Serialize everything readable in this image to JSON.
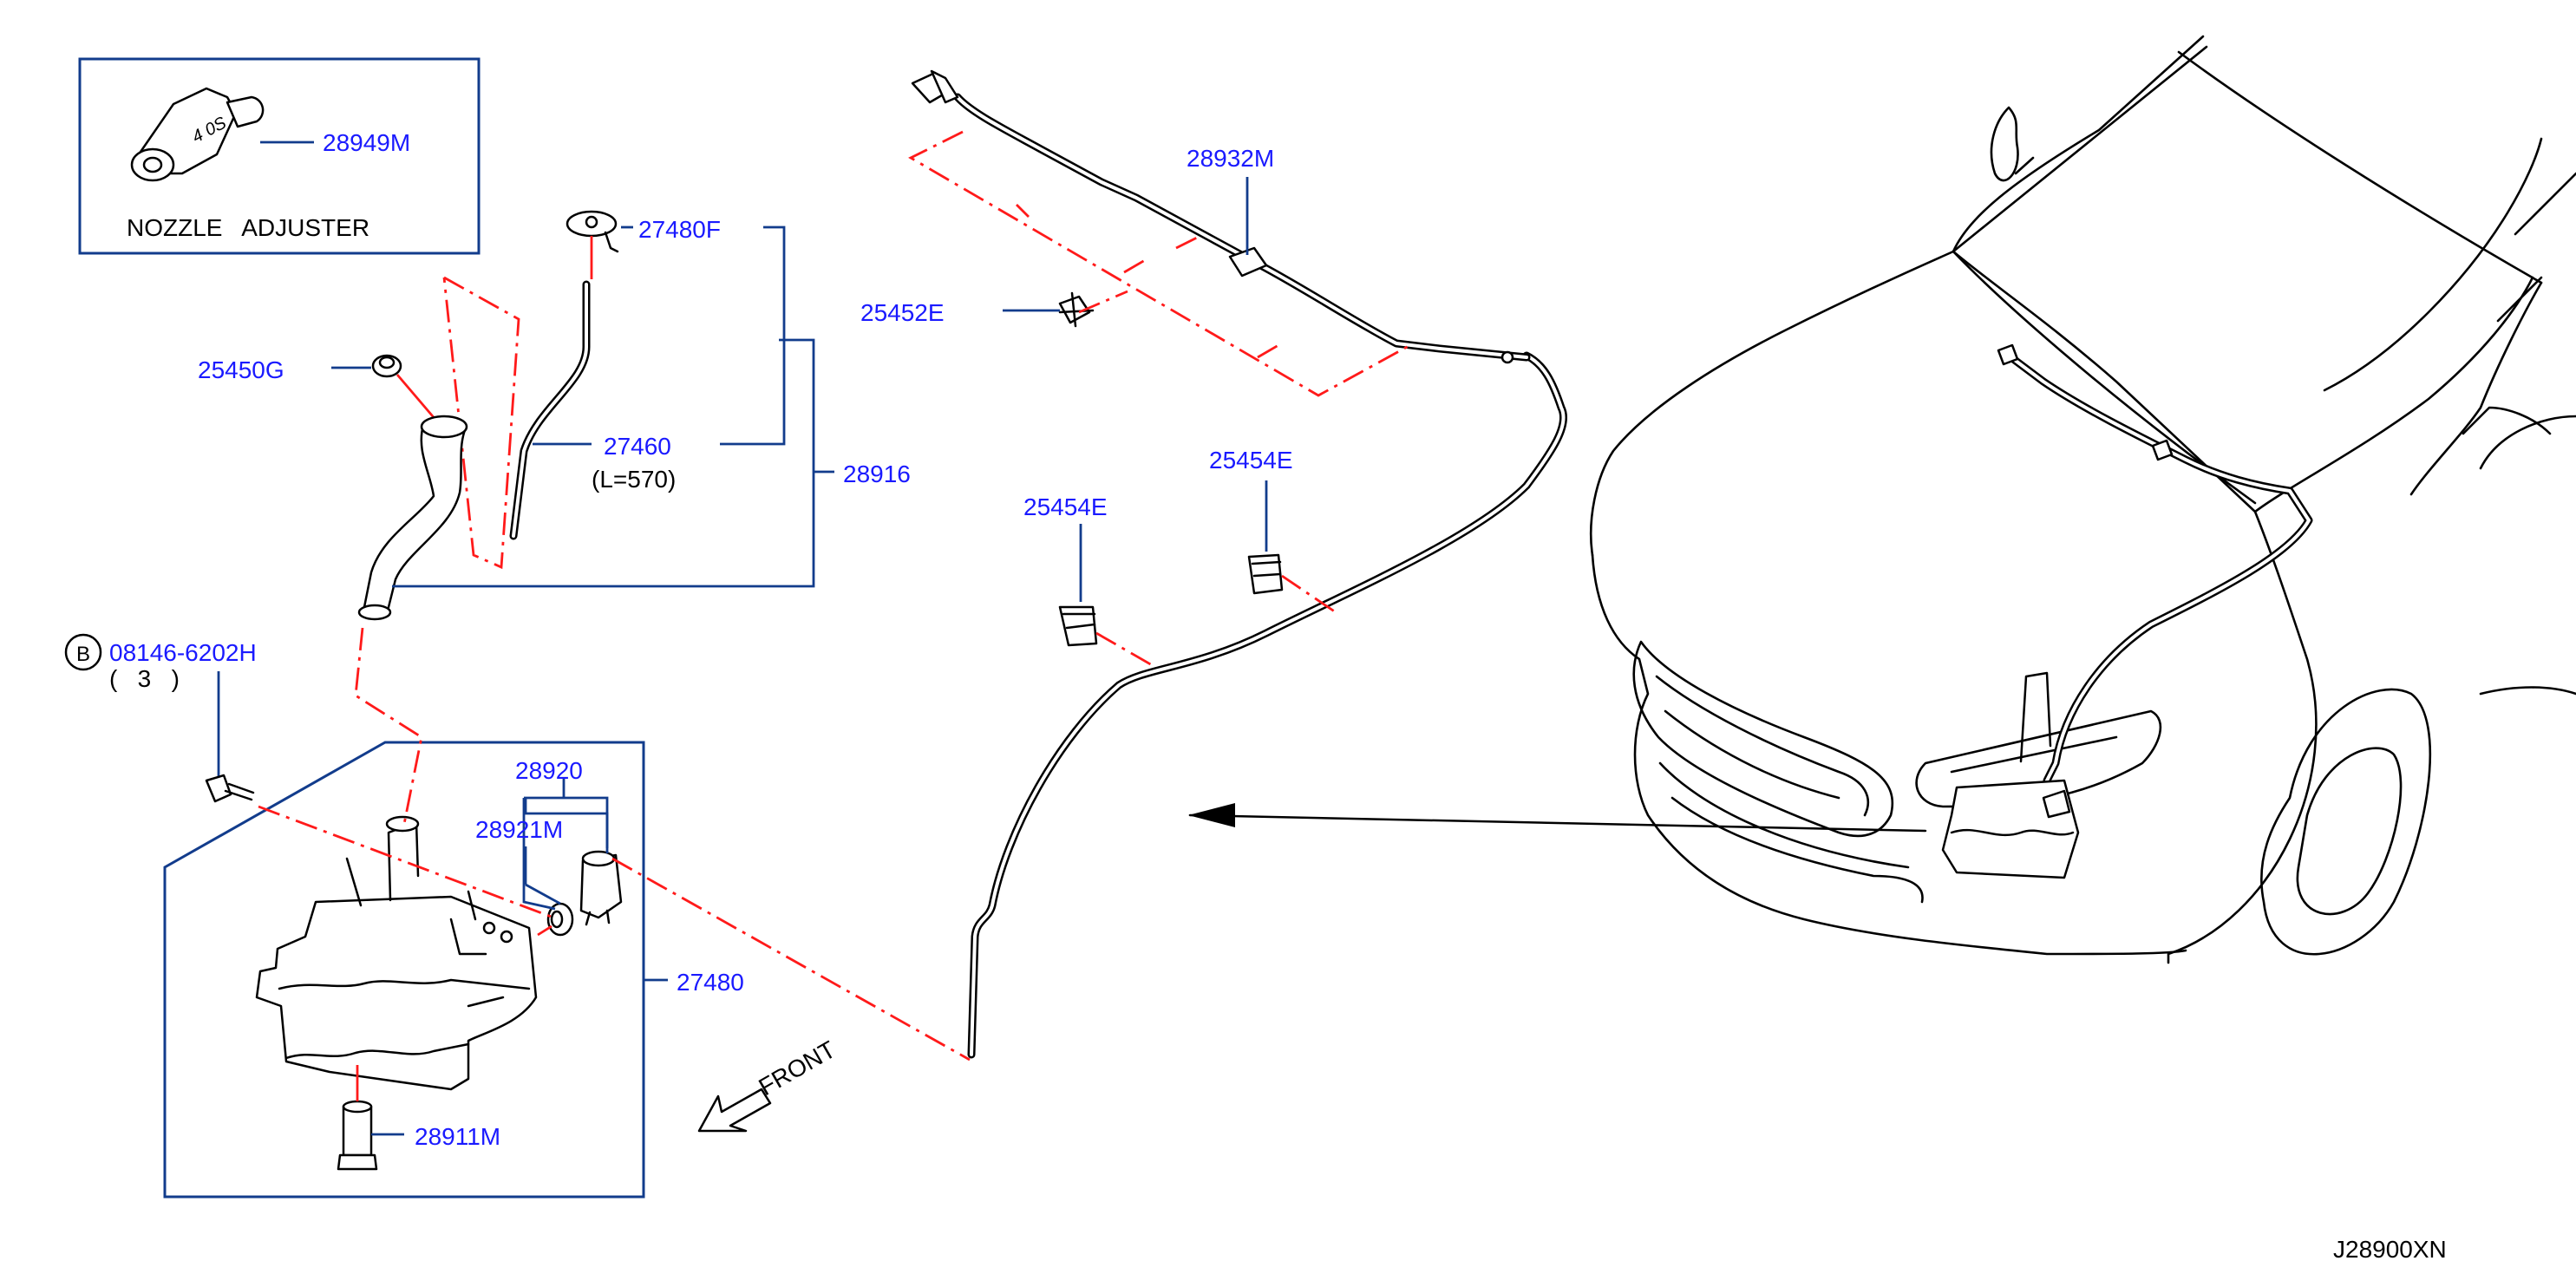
{
  "parts": {
    "p28949M": "28949M",
    "nozzle_adjuster": "NOZZLE   ADJUSTER",
    "p27480F": "27480F",
    "p25450G": "25450G",
    "p27460": "27460",
    "p27460_len": "(L=570)",
    "p28916": "28916",
    "bolt_symbol": "B",
    "bolt_number": "08146-6202H",
    "bolt_qty": "(   3   )",
    "p28920": "28920",
    "p28921M": "28921M",
    "p27480": "27480",
    "p28911M": "28911M",
    "p28932M": "28932M",
    "p25452E": "25452E",
    "p25454E_left": "25454E",
    "p25454E_right": "25454E",
    "front": "FRONT",
    "diagram_code": "J28900XN"
  },
  "colors": {
    "label": "#1a1aff",
    "leader": "#123c8c",
    "indicator": "#ff1a1a",
    "outline": "#000000"
  }
}
